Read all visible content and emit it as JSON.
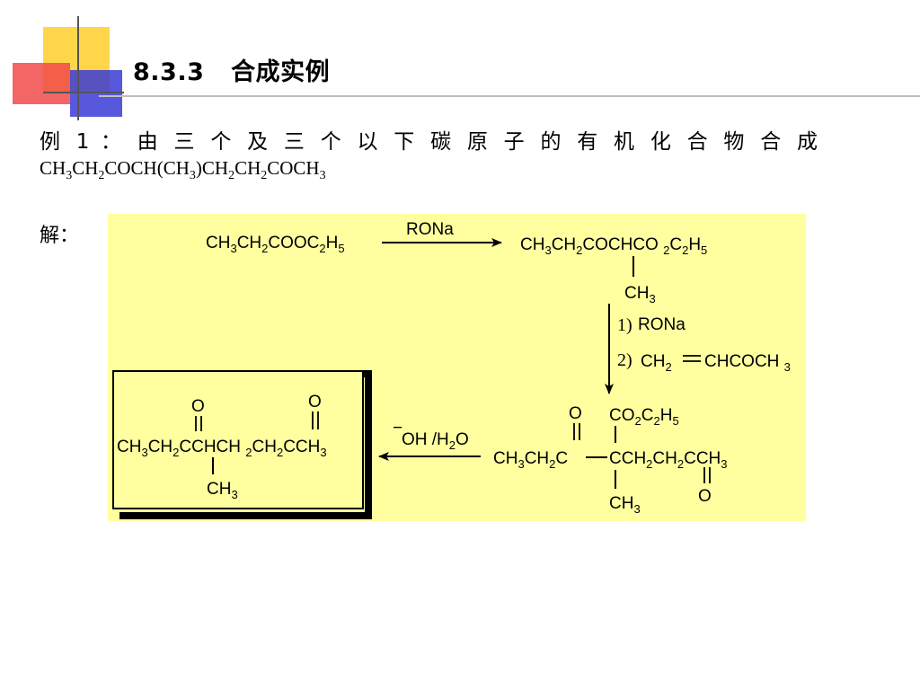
{
  "slide": {
    "title": "8.3.3   合成实例",
    "problem": {
      "prefix": "例 1 ： 由 三 个 及 三 个 以 下 碳 原 子 的 有 机 化 合 物 合 成",
      "target": [
        {
          "t": "CH"
        },
        {
          "s": "3"
        },
        {
          "t": "CH"
        },
        {
          "s": "2"
        },
        {
          "t": "COCH(CH"
        },
        {
          "s": "3"
        },
        {
          "t": ")CH"
        },
        {
          "s": "2"
        },
        {
          "t": "CH"
        },
        {
          "s": "2"
        },
        {
          "t": "COCH"
        },
        {
          "s": "3"
        }
      ]
    },
    "solution_label": "解："
  },
  "colors": {
    "panel_background": "#ffffa0",
    "deco_yellow": "#ffd54a",
    "deco_red": "#f24a4a",
    "deco_blue": "#3b3bd6",
    "title_rule": "#bfbfbf"
  },
  "scheme": {
    "step1": {
      "reactant": [
        {
          "t": "CH"
        },
        {
          "s": "3"
        },
        {
          "t": "CH"
        },
        {
          "s": "2"
        },
        {
          "t": "COOC"
        },
        {
          "s": "2"
        },
        {
          "t": "H"
        },
        {
          "s": "5"
        }
      ],
      "reagent": "RONa",
      "product": [
        {
          "t": "CH"
        },
        {
          "s": "3"
        },
        {
          "t": "CH"
        },
        {
          "s": "2"
        },
        {
          "t": "COCHCO "
        },
        {
          "s": "2"
        },
        {
          "t": "C"
        },
        {
          "s": "2"
        },
        {
          "t": "H"
        },
        {
          "s": "5"
        }
      ],
      "branch": [
        {
          "t": "CH"
        },
        {
          "s": "3"
        }
      ]
    },
    "step2": {
      "reagent1_num": "1)",
      "reagent1": "RONa",
      "reagent2_num": "2)",
      "reagent2_a": [
        {
          "t": "CH"
        },
        {
          "s": "2"
        }
      ],
      "reagent2_b": [
        {
          "t": "CHCOCH "
        },
        {
          "s": "3"
        }
      ]
    },
    "intermediate": {
      "carbonyl_o": "O",
      "ester": [
        {
          "t": "CO"
        },
        {
          "s": "2"
        },
        {
          "t": "C"
        },
        {
          "s": "2"
        },
        {
          "t": "H"
        },
        {
          "s": "5"
        }
      ],
      "left_chain": [
        {
          "t": "CH"
        },
        {
          "s": "3"
        },
        {
          "t": "CH"
        },
        {
          "s": "2"
        },
        {
          "t": "C"
        }
      ],
      "right_chain": [
        {
          "t": "CCH"
        },
        {
          "s": "2"
        },
        {
          "t": "CH"
        },
        {
          "s": "2"
        },
        {
          "t": "CCH"
        },
        {
          "s": "3"
        }
      ],
      "methyl": [
        {
          "t": "CH"
        },
        {
          "s": "3"
        }
      ],
      "ketone_o": "O"
    },
    "step3": {
      "reagent": [
        {
          "t": "OH /H"
        },
        {
          "s": "2"
        },
        {
          "t": "O"
        }
      ],
      "charge": "−"
    },
    "final_product": {
      "o1": "O",
      "o2": "O",
      "chain": [
        {
          "t": "CH"
        },
        {
          "s": "3"
        },
        {
          "t": "CH"
        },
        {
          "s": "2"
        },
        {
          "t": "CCHCH "
        },
        {
          "s": "2"
        },
        {
          "t": "CH"
        },
        {
          "s": "2"
        },
        {
          "t": "CCH"
        },
        {
          "s": "3"
        }
      ],
      "methyl": [
        {
          "t": "CH"
        },
        {
          "s": "3"
        }
      ]
    }
  }
}
